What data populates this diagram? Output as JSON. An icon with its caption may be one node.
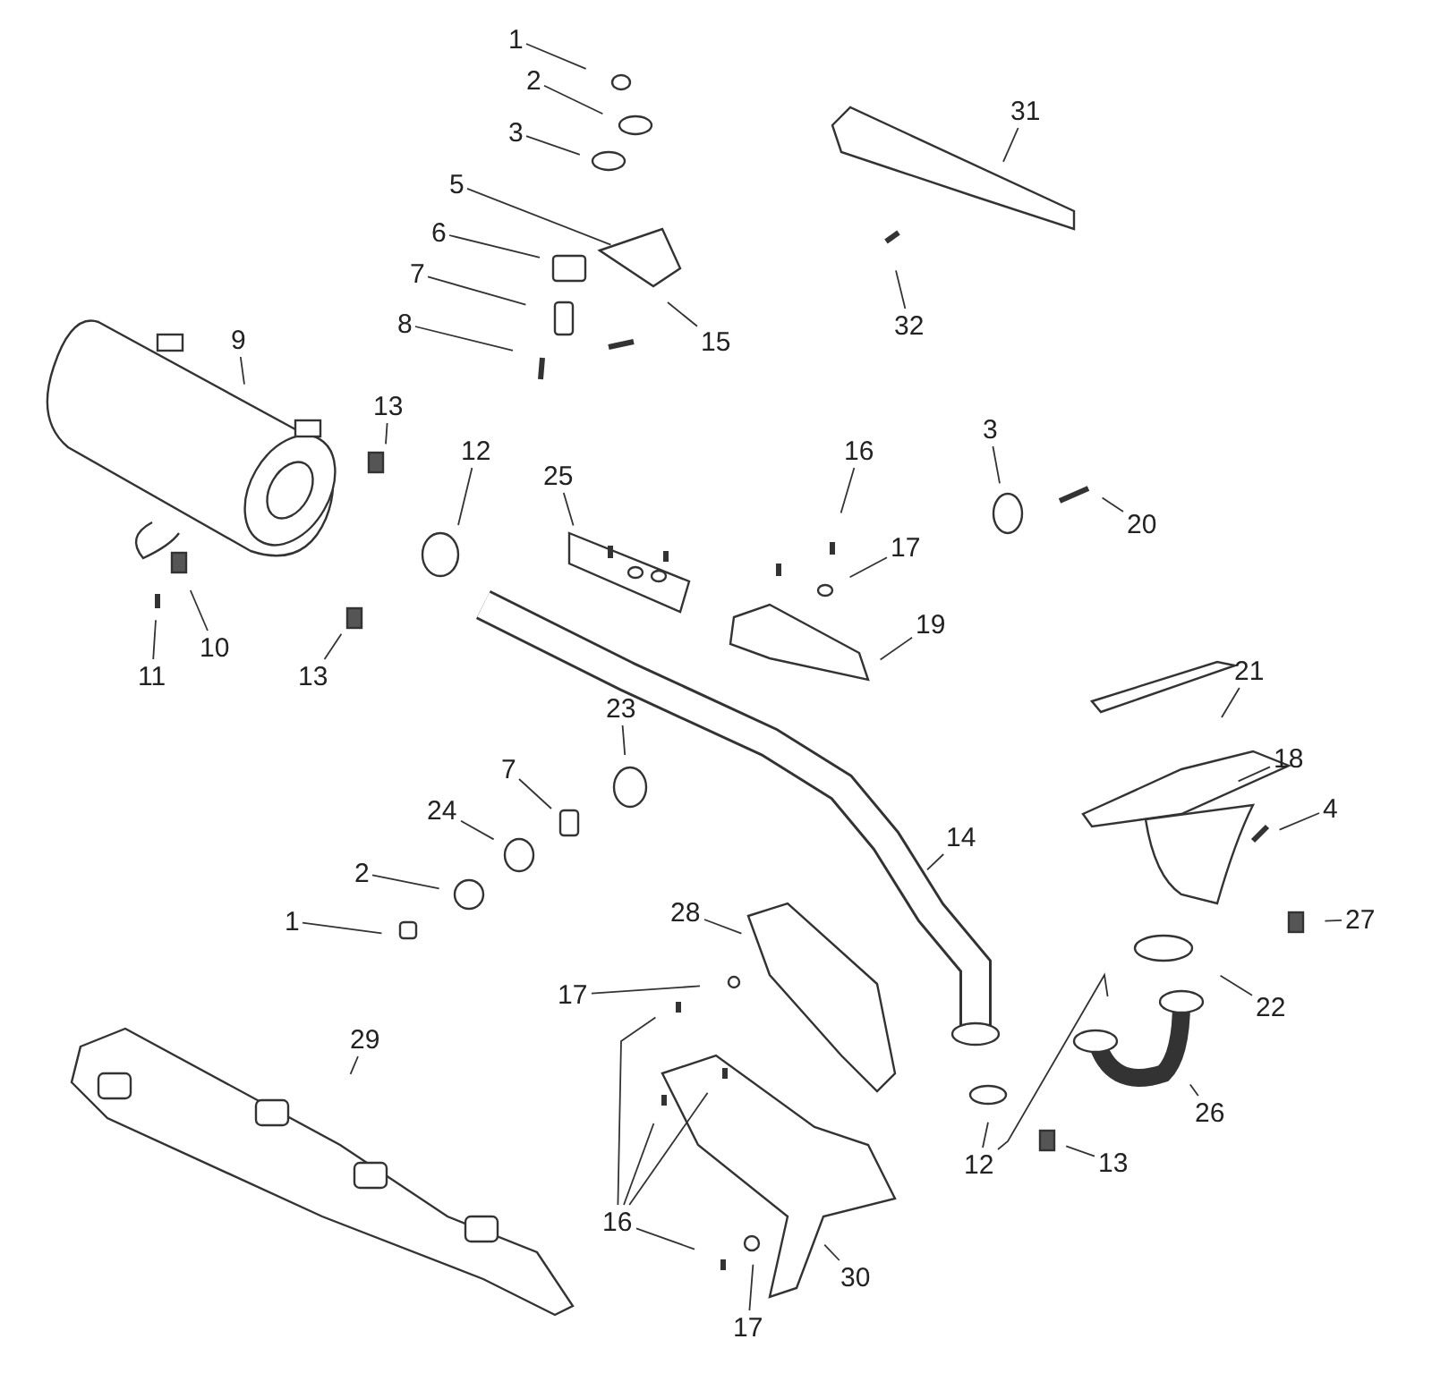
{
  "diagram": {
    "nodes": [
      {
        "text": [
          "1"
        ]
      },
      {
        "text": [
          "31"
        ]
      },
      {
        "text": [
          "2"
        ]
      },
      {
        "text": [
          "3"
        ]
      },
      {
        "text": [
          "5"
        ]
      },
      {
        "text": [
          "6"
        ]
      },
      {
        "text": [
          "7"
        ]
      },
      {
        "text": [
          "8"
        ]
      },
      {
        "text": [
          "32"
        ]
      },
      {
        "text": [
          "9"
        ]
      },
      {
        "text": [
          "15"
        ]
      },
      {
        "text": [
          "13"
        ]
      },
      {
        "text": [
          "3"
        ]
      },
      {
        "text": [
          "16"
        ]
      },
      {
        "text": [
          "25"
        ]
      },
      {
        "text": [
          "12"
        ]
      },
      {
        "text": [
          "20"
        ]
      },
      {
        "text": [
          "17"
        ]
      },
      {
        "text": [
          "19"
        ]
      },
      {
        "text": [
          "10"
        ]
      },
      {
        "text": [
          "13"
        ]
      },
      {
        "text": [
          "11"
        ]
      },
      {
        "text": [
          "21"
        ]
      },
      {
        "text": [
          "23"
        ]
      },
      {
        "text": [
          "18"
        ]
      },
      {
        "text": [
          "7"
        ]
      },
      {
        "text": [
          "4"
        ]
      },
      {
        "text": [
          "24"
        ]
      },
      {
        "text": [
          "14"
        ]
      },
      {
        "text": [
          "2"
        ]
      },
      {
        "text": [
          "1"
        ]
      },
      {
        "text": [
          "27"
        ]
      },
      {
        "text": [
          "28"
        ]
      },
      {
        "text": [
          "22"
        ]
      },
      {
        "text": [
          "17"
        ]
      },
      {
        "text": [
          "29"
        ]
      },
      {
        "text": [
          "26"
        ]
      },
      {
        "text": [
          "12"
        ]
      },
      {
        "text": [
          "13"
        ]
      },
      {
        "text": [
          "16"
        ]
      },
      {
        "text": [
          "30"
        ]
      },
      {
        "text": [
          "17"
        ]
      }
    ],
    "edges": [
      {
        "from": 0,
        "to": null,
        "arrow": "none"
      },
      {
        "from": 1,
        "to": null,
        "arrow": "none"
      },
      {
        "from": 2,
        "to": null,
        "arrow": "none"
      },
      {
        "from": 3,
        "to": null,
        "arrow": "none"
      },
      {
        "from": 4,
        "to": null,
        "arrow": "none"
      },
      {
        "from": 5,
        "to": null,
        "arrow": "none"
      },
      {
        "from": 6,
        "to": null,
        "arrow": "none"
      },
      {
        "from": 7,
        "to": null,
        "arrow": "none"
      },
      {
        "from": 8,
        "to": null,
        "arrow": "none"
      },
      {
        "from": 9,
        "to": null,
        "arrow": "none"
      },
      {
        "from": 10,
        "to": null,
        "arrow": "none"
      },
      {
        "from": 11,
        "to": null,
        "arrow": "none"
      },
      {
        "from": 12,
        "to": null,
        "arrow": "none"
      },
      {
        "from": 13,
        "to": null,
        "arrow": "none"
      },
      {
        "from": 14,
        "to": null,
        "arrow": "none"
      },
      {
        "from": 15,
        "to": null,
        "arrow": "none"
      },
      {
        "from": 16,
        "to": null,
        "arrow": "none"
      },
      {
        "from": 17,
        "to": null,
        "arrow": "none"
      },
      {
        "from": 18,
        "to": null,
        "arrow": "none"
      },
      {
        "from": 19,
        "to": null,
        "arrow": "none"
      },
      {
        "from": 20,
        "to": null,
        "arrow": "none"
      },
      {
        "from": 21,
        "to": null,
        "arrow": "none"
      },
      {
        "from": 22,
        "to": null,
        "arrow": "none"
      },
      {
        "from": 23,
        "to": null,
        "arrow": "none"
      },
      {
        "from": 24,
        "to": null,
        "arrow": "none"
      },
      {
        "from": 25,
        "to": null,
        "arrow": "none"
      },
      {
        "from": 26,
        "to": null,
        "arrow": "none"
      },
      {
        "from": 27,
        "to": null,
        "arrow": "none"
      },
      {
        "from": 28,
        "to": null,
        "arrow": "none"
      },
      {
        "from": 29,
        "to": null,
        "arrow": "none"
      },
      {
        "from": 30,
        "to": null,
        "arrow": "none"
      },
      {
        "from": 31,
        "to": null,
        "arrow": "none"
      },
      {
        "from": 32,
        "to": null,
        "arrow": "none"
      },
      {
        "from": 33,
        "to": null,
        "arrow": "none"
      },
      {
        "from": 34,
        "to": null,
        "arrow": "none"
      },
      {
        "from": 35,
        "to": null,
        "arrow": "none"
      },
      {
        "from": 36,
        "to": null,
        "arrow": "none"
      },
      {
        "from": 37,
        "to": null,
        "arrow": "none"
      },
      {
        "from": 37,
        "to": null,
        "arrow": "none"
      },
      {
        "from": 38,
        "to": null,
        "arrow": "none"
      },
      {
        "from": 39,
        "to": null,
        "arrow": "none"
      },
      {
        "from": 39,
        "to": null,
        "arrow": "none"
      },
      {
        "from": 39,
        "to": null,
        "arrow": "none"
      },
      {
        "from": 39,
        "to": null,
        "arrow": "none"
      },
      {
        "from": 40,
        "to": null,
        "arrow": "none"
      },
      {
        "from": 41,
        "to": null,
        "arrow": "none"
      }
    ]
  }
}
